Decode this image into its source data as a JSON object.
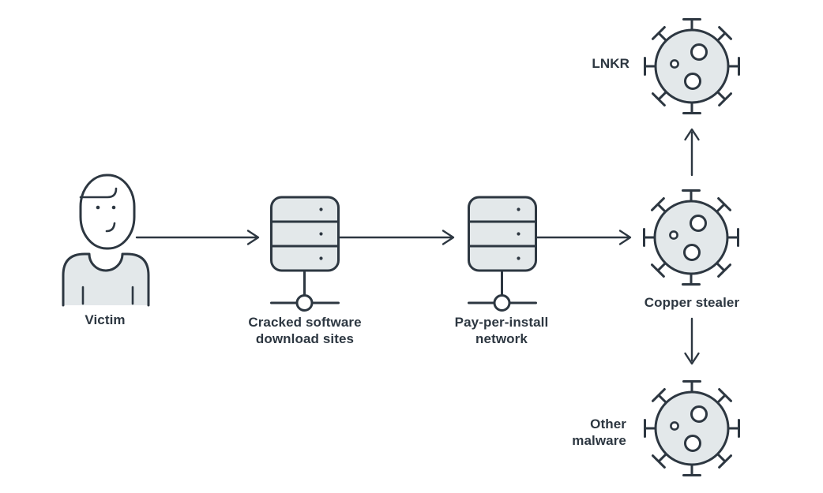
{
  "colors": {
    "stroke": "#2d3741",
    "icon_fill": "#e3e8ea",
    "background": "#ffffff"
  },
  "nodes": {
    "victim": {
      "label": "Victim",
      "icon": "person-icon"
    },
    "cracked": {
      "line1": "Cracked software",
      "line2": "download sites",
      "icon": "server-icon"
    },
    "ppi": {
      "line1": "Pay-per-install",
      "line2": "network",
      "icon": "server-icon"
    },
    "copper": {
      "label": "Copper stealer",
      "icon": "virus-icon"
    },
    "lnkr": {
      "label": "LNKR",
      "icon": "virus-icon"
    },
    "other": {
      "line1": "Other",
      "line2": "malware",
      "icon": "virus-icon"
    }
  },
  "edges": [
    {
      "from": "Victim",
      "to": "Cracked software download sites",
      "direction": "right"
    },
    {
      "from": "Cracked software download sites",
      "to": "Pay-per-install network",
      "direction": "right"
    },
    {
      "from": "Pay-per-install network",
      "to": "Copper stealer",
      "direction": "right"
    },
    {
      "from": "Copper stealer",
      "to": "LNKR",
      "direction": "up"
    },
    {
      "from": "Copper stealer",
      "to": "Other malware",
      "direction": "down"
    }
  ]
}
